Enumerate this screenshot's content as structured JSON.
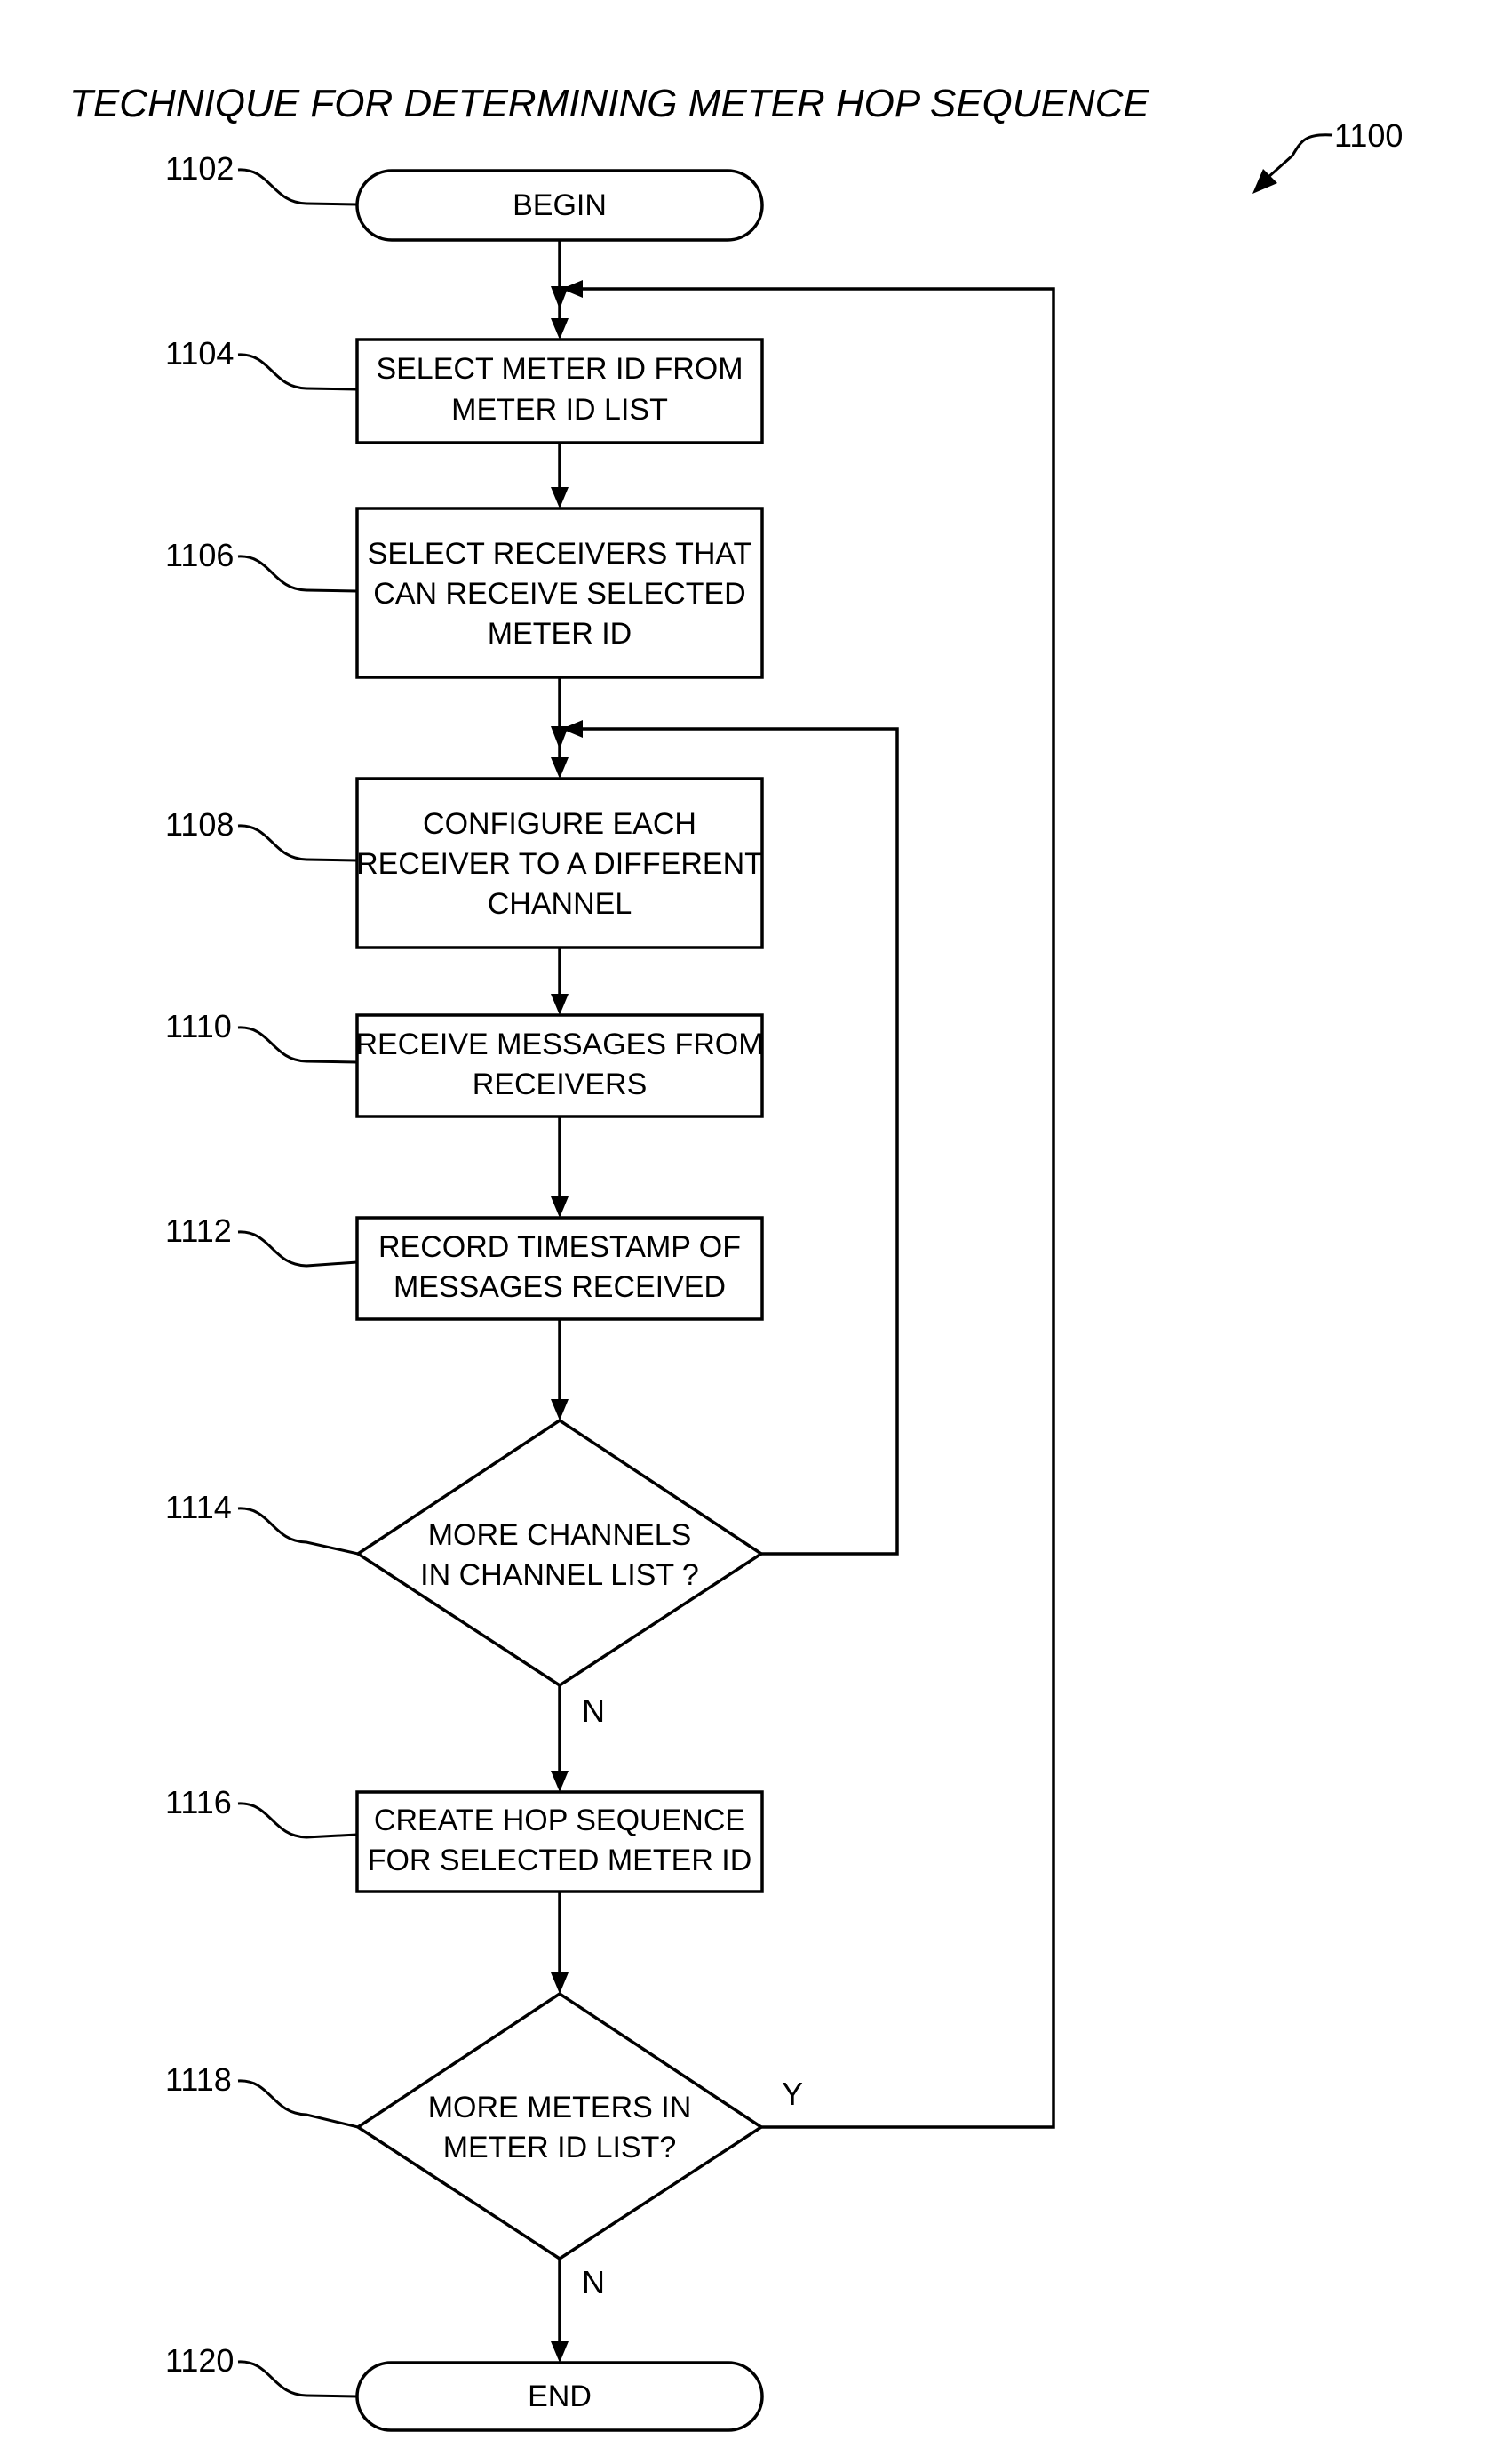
{
  "title": "TECHNIQUE FOR DETERMINING METER HOP SEQUENCE",
  "figure_ref": "1100",
  "nodes": {
    "begin": {
      "ref": "1102",
      "lines": [
        "BEGIN"
      ]
    },
    "select_meter": {
      "ref": "1104",
      "lines": [
        "SELECT METER ID FROM",
        "METER ID LIST"
      ]
    },
    "select_receivers": {
      "ref": "1106",
      "lines": [
        "SELECT RECEIVERS THAT",
        "CAN RECEIVE SELECTED",
        "METER ID"
      ]
    },
    "configure": {
      "ref": "1108",
      "lines": [
        "CONFIGURE EACH",
        "RECEIVER TO A DIFFERENT",
        "CHANNEL"
      ]
    },
    "receive": {
      "ref": "1110",
      "lines": [
        "RECEIVE MESSAGES FROM",
        "RECEIVERS"
      ]
    },
    "record": {
      "ref": "1112",
      "lines": [
        "RECORD TIMESTAMP OF",
        "MESSAGES RECEIVED"
      ]
    },
    "more_channels": {
      "ref": "1114",
      "lines": [
        "MORE CHANNELS",
        "IN CHANNEL LIST ?"
      ]
    },
    "create_hop": {
      "ref": "1116",
      "lines": [
        "CREATE HOP SEQUENCE",
        "FOR SELECTED METER ID"
      ]
    },
    "more_meters": {
      "ref": "1118",
      "lines": [
        "MORE METERS IN",
        "METER ID LIST?"
      ]
    },
    "end": {
      "ref": "1120",
      "lines": [
        "END"
      ]
    }
  },
  "branch_labels": {
    "channels_no": "N",
    "meters_yes": "Y",
    "meters_no": "N"
  }
}
